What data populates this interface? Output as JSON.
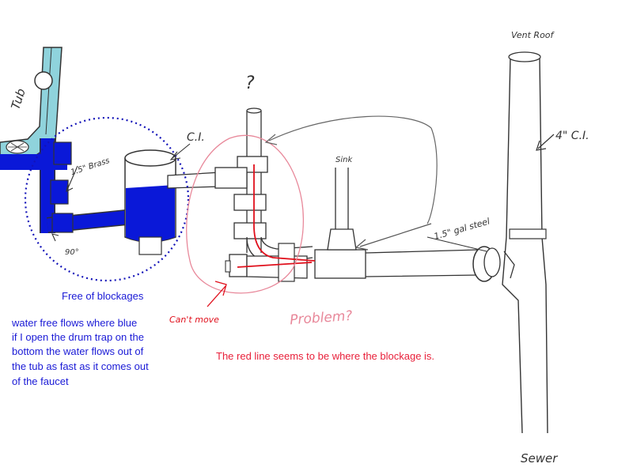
{
  "handwritten_labels": {
    "tub": "Tub",
    "ci_top": "C.I.",
    "brass": "1.5\" Brass",
    "elbow_90": "90°",
    "unknown": "?",
    "sink": "Sink",
    "galv": "1.5\" gal steel",
    "vent_roof": "Vent Roof",
    "ci_4in": "4\" C.I.",
    "cant_move": "Can't move",
    "problem": "Problem?",
    "sewer": "Sewer"
  },
  "annotations": {
    "free_of_blockages": "Free of blockages",
    "blue_explanation": [
      "water free flows where blue",
      "if I open the drum trap on the",
      "bottom the water flows out of",
      "the tub as fast as it comes out",
      "of the faucet"
    ],
    "red_line_note": "The red line seems to be where the blockage is."
  },
  "colors": {
    "water_blue": "#0a18d8",
    "tub_fill": "#8fd3dc",
    "blockage_red": "#e0101c",
    "problem_pink": "#e8889a",
    "circle_blue": "#1212b8",
    "pencil": "#333333"
  }
}
